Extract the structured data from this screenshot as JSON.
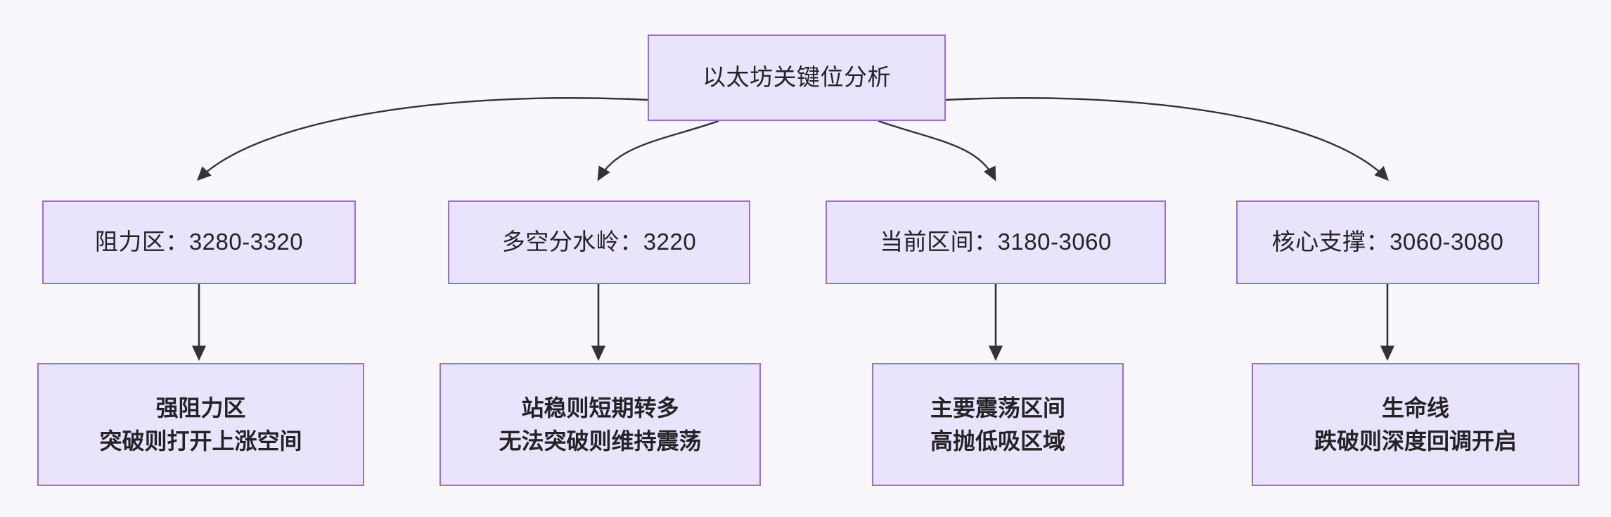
{
  "diagram": {
    "type": "flowchart",
    "direction": "top-down",
    "title": "以太坊关键位分析",
    "theme": {
      "background": "#f8f8fc",
      "node_fill": "#e9e4fb",
      "node_border": "#9a6ce8",
      "edge_color": "#333333",
      "text_color": "#232326"
    },
    "root": {
      "id": "root",
      "label": "以太坊关键位分析"
    },
    "branches": [
      {
        "id": "branch-resistance",
        "level1": {
          "label": "阻力区：3280-3320"
        },
        "level2": {
          "line1": "强阻力区",
          "line2": "突破则打开上涨空间"
        }
      },
      {
        "id": "branch-watershed",
        "level1": {
          "label": "多空分水岭：3220"
        },
        "level2": {
          "line1": "站稳则短期转多",
          "line2": "无法突破则维持震荡"
        }
      },
      {
        "id": "branch-current-range",
        "level1": {
          "label": "当前区间：3180-3060"
        },
        "level2": {
          "line1": "主要震荡区间",
          "line2": "高抛低吸区域"
        }
      },
      {
        "id": "branch-core-support",
        "level1": {
          "label": "核心支撑：3060-3080"
        },
        "level2": {
          "line1": "生命线",
          "line2": "跌破则深度回调开启"
        }
      }
    ]
  }
}
